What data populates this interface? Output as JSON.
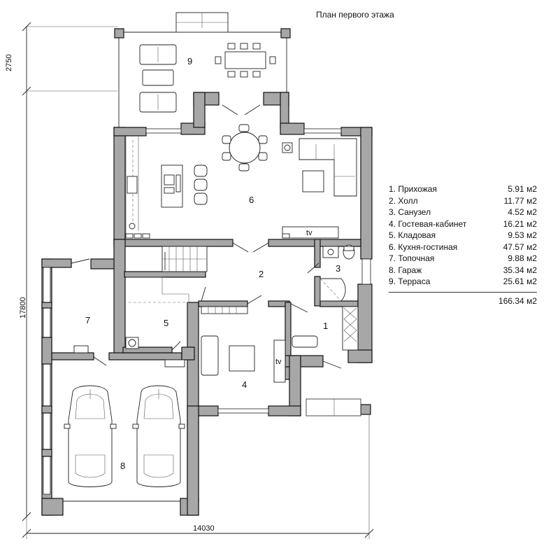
{
  "title": "План первого этажа",
  "dimensions": {
    "top_depth": "2750",
    "left_height": "17800",
    "bottom_width": "14030"
  },
  "room_numbers": [
    "1",
    "2",
    "3",
    "4",
    "5",
    "6",
    "7",
    "8",
    "9"
  ],
  "tv_labels": {
    "living": "tv",
    "guest": "tv"
  },
  "rooms": [
    {
      "label": "1. Прихожая",
      "area": "5.91 м2"
    },
    {
      "label": "2. Холл",
      "area": "11.77 м2"
    },
    {
      "label": "3. Санузел",
      "area": "4.52 м2"
    },
    {
      "label": "4. Гостевая-кабинет",
      "area": "16.21 м2"
    },
    {
      "label": "5. Кладовая",
      "area": "9.53 м2"
    },
    {
      "label": "6. Кухня-гостиная",
      "area": "47.57 м2"
    },
    {
      "label": "7. Топочная",
      "area": "9.88 м2"
    },
    {
      "label": "8. Гараж",
      "area": "35.34 м2"
    },
    {
      "label": "9. Терраса",
      "area": "25.61 м2"
    }
  ],
  "total_area": "166.34 м2"
}
